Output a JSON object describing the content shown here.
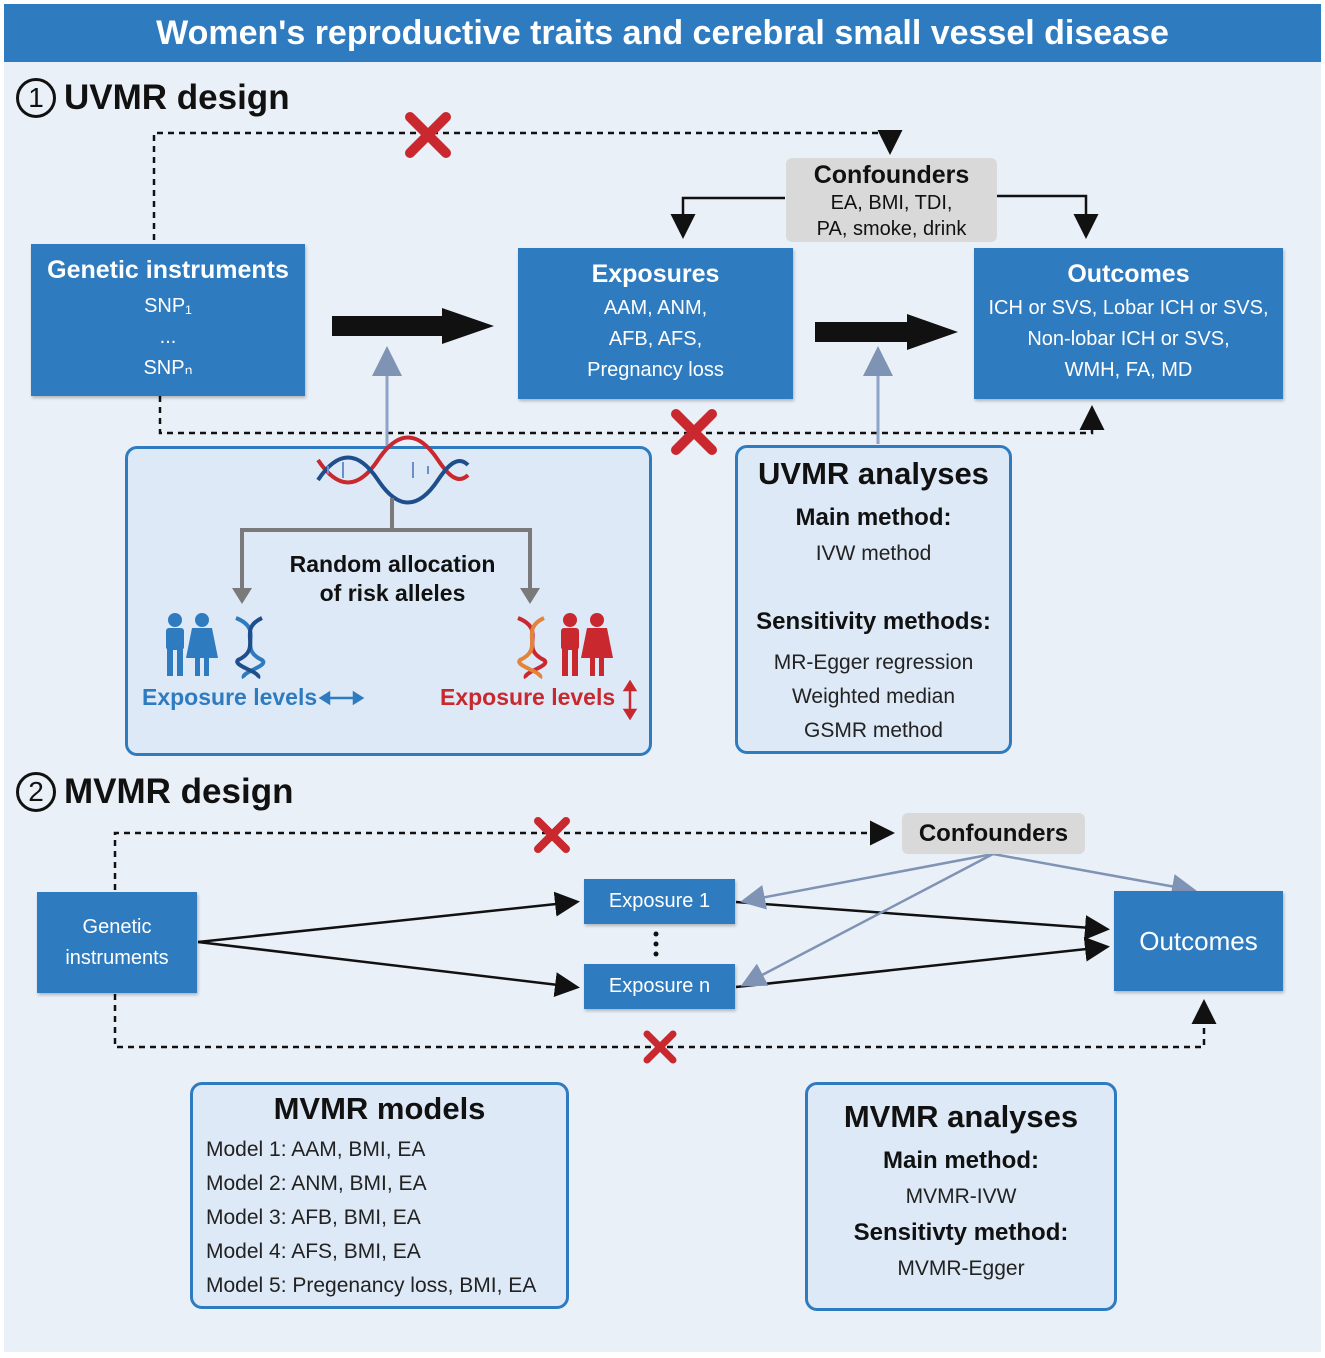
{
  "title": "Women's reproductive traits and cerebral small vessel disease",
  "colors": {
    "primary_blue": "#2f7bc0",
    "panel_fill": "#dde9f6",
    "background": "#eaf0f8",
    "cross_red": "#c8282e",
    "confounder_grey": "#d9d9d9"
  },
  "uvmr": {
    "number": "1",
    "heading": "UVMR design",
    "genetic_instruments": {
      "title": "Genetic instruments",
      "lines": [
        "SNP₁",
        "...",
        "SNPₙ"
      ]
    },
    "confounders": {
      "title": "Confounders",
      "lines": [
        "EA, BMI, TDI,",
        "PA, smoke, drink"
      ]
    },
    "exposures": {
      "title": "Exposures",
      "lines": [
        "AAM, ANM,",
        "AFB, AFS,",
        "Pregnancy loss"
      ]
    },
    "outcomes": {
      "title": "Outcomes",
      "lines": [
        "ICH or SVS, Lobar ICH or SVS,",
        "Non-lobar ICH or SVS,",
        "WMH, FA, MD"
      ]
    },
    "allocation": {
      "text_1": "Random allocation",
      "text_2": "of risk alleles",
      "exposure_levels_left": "Exposure levels",
      "exposure_levels_right": "Exposure levels"
    },
    "analyses": {
      "title": "UVMR analyses",
      "main_heading": "Main method:",
      "main": "IVW method",
      "sens_heading": "Sensitivity methods:",
      "sens": [
        "MR-Egger regression",
        "Weighted median",
        "GSMR method"
      ]
    }
  },
  "mvmr": {
    "number": "2",
    "heading": "MVMR design",
    "confounders": "Confounders",
    "genetic_instruments": [
      "Genetic",
      "instruments"
    ],
    "exposure_1": "Exposure 1",
    "exposure_n": "Exposure n",
    "outcomes": "Outcomes",
    "models": {
      "title": "MVMR models",
      "items": [
        "Model 1: AAM, BMI, EA",
        "Model 2: ANM, BMI, EA",
        "Model 3: AFB, BMI, EA",
        "Model 4: AFS, BMI, EA",
        "Model 5: Pregenancy loss, BMI, EA"
      ]
    },
    "analyses": {
      "title": "MVMR analyses",
      "main_heading": "Main method:",
      "main": "MVMR-IVW",
      "sens_heading": "Sensitivty method:",
      "sens": "MVMR-Egger"
    }
  }
}
